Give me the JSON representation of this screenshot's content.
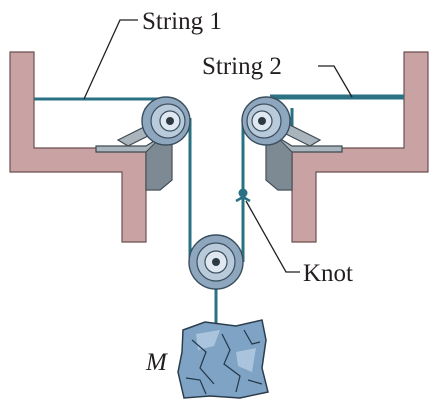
{
  "labels": {
    "string1": "String 1",
    "string2": "String 2",
    "knot": "Knot",
    "mass": "M"
  },
  "colors": {
    "string": "#2a7184",
    "wall": "#c9a3a3",
    "pulley": "#8fa7be",
    "mass": "#7fa3c4"
  }
}
